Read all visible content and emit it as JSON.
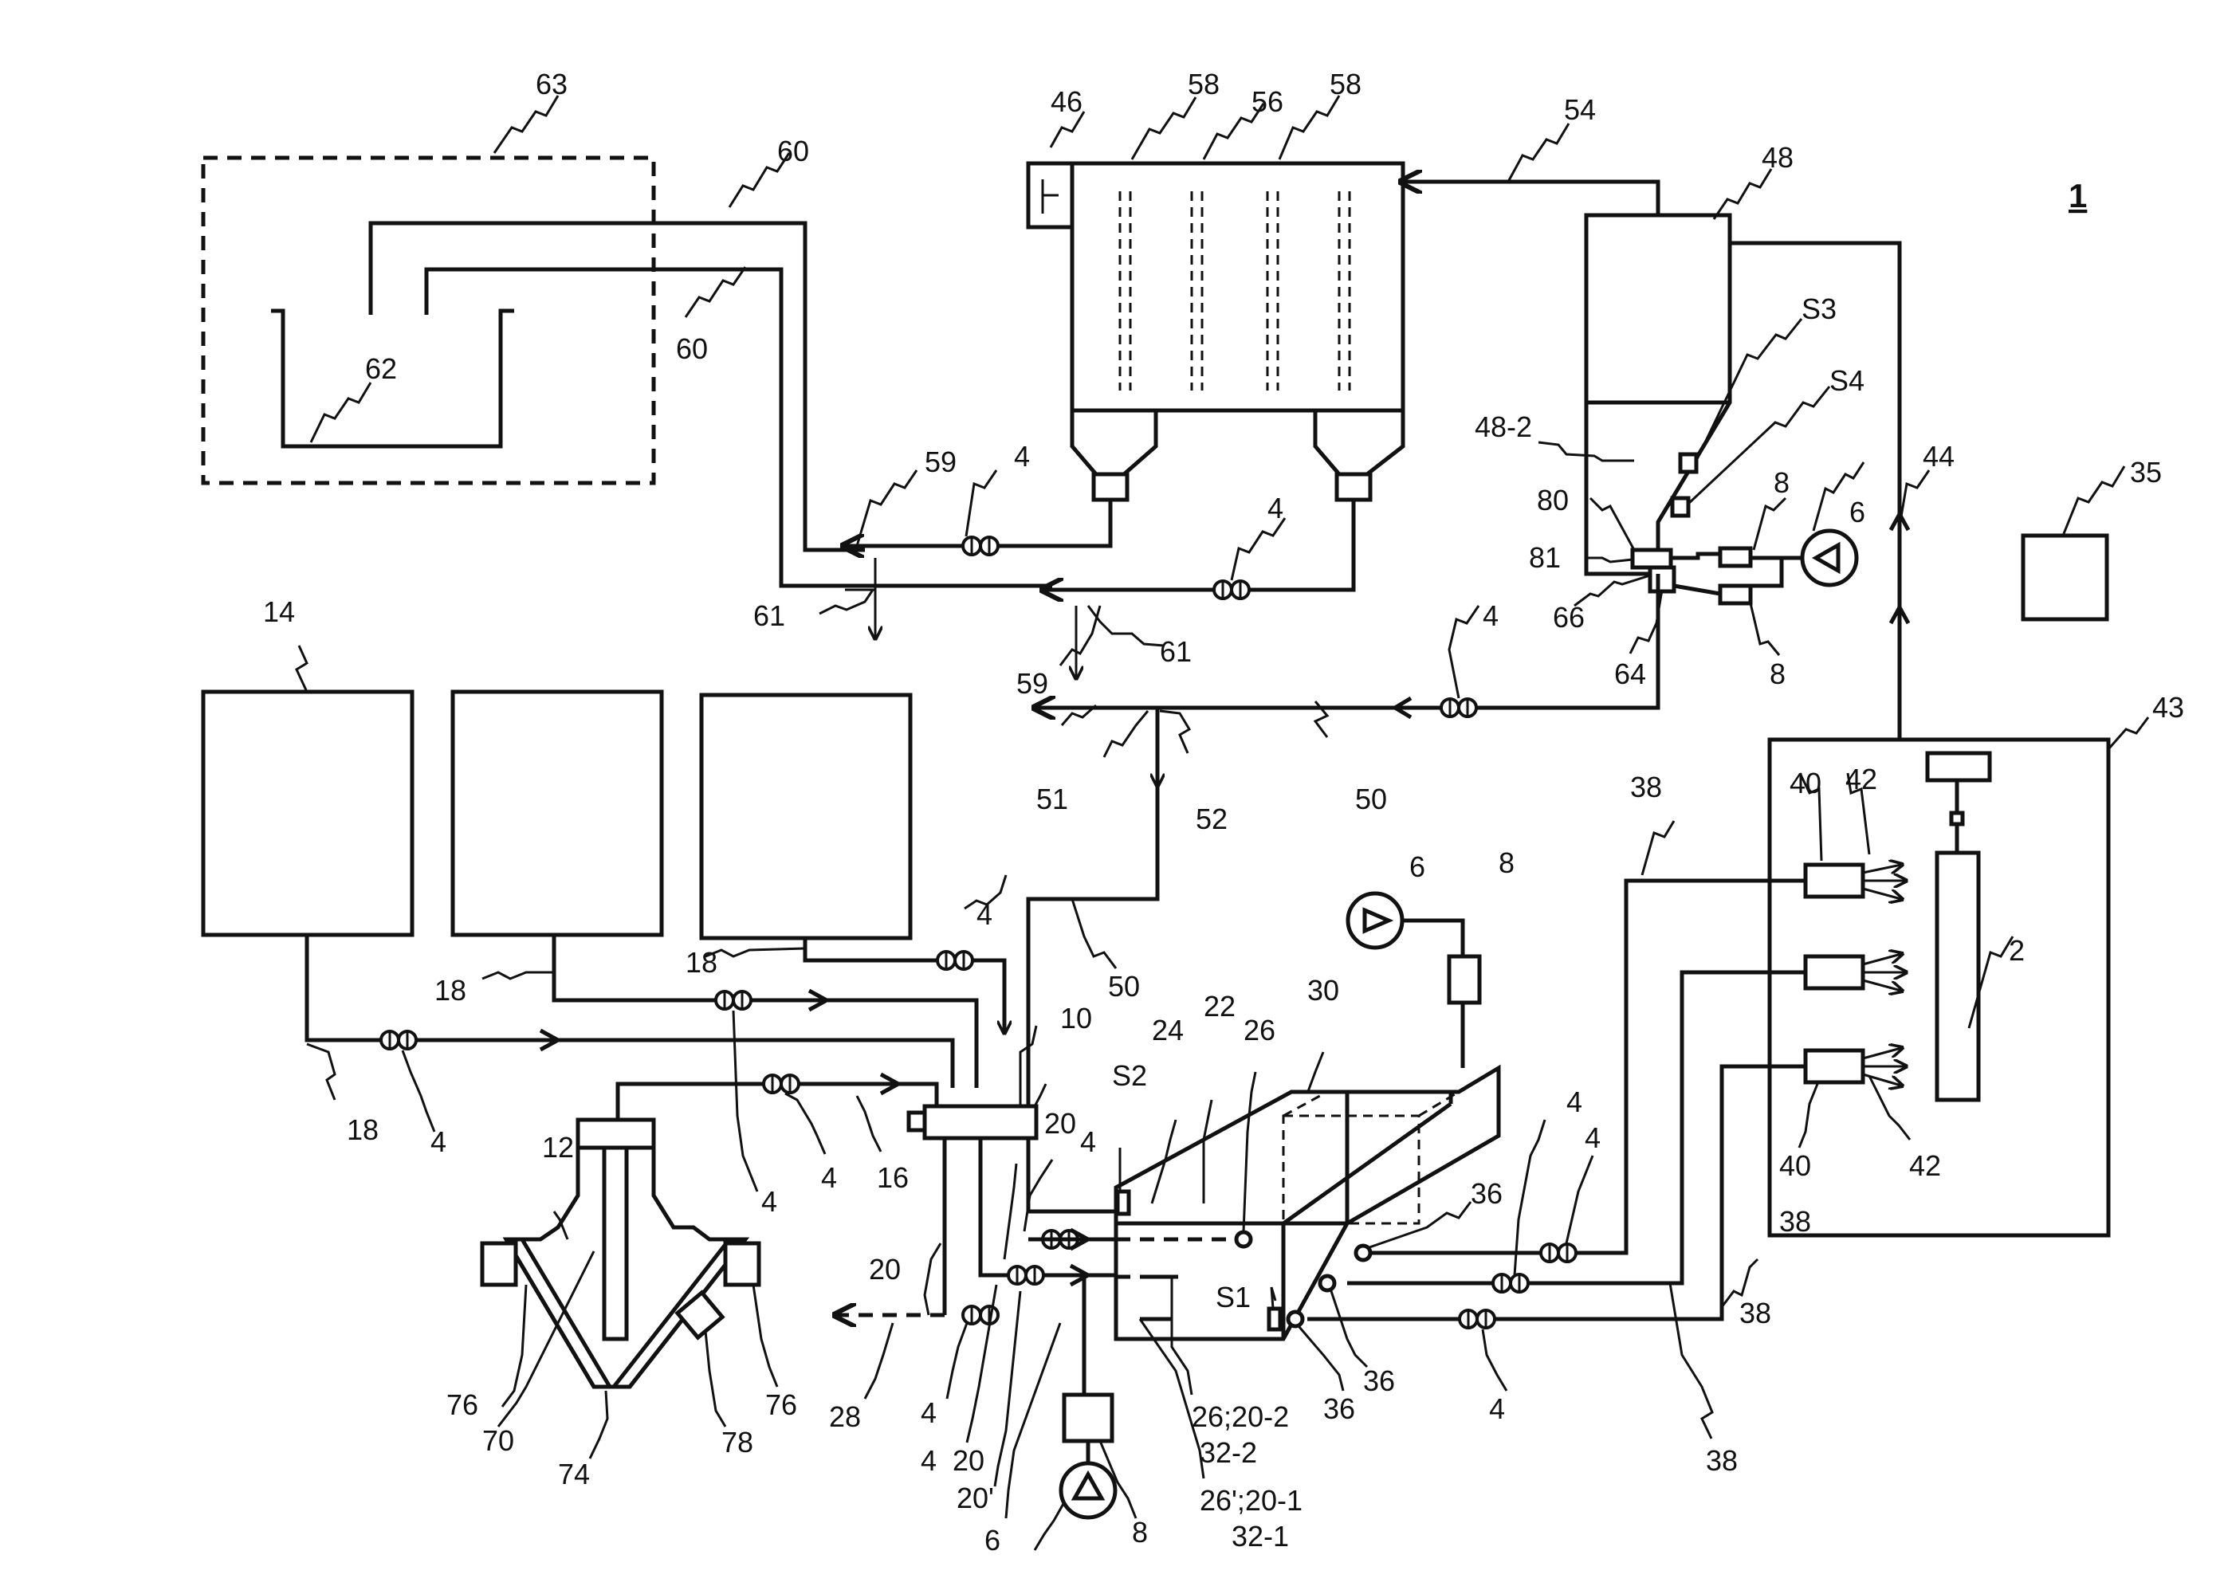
{
  "figure": {
    "number": "1"
  },
  "labels": {
    "l63": "63",
    "l60a": "60",
    "l60b": "60",
    "l62": "62",
    "l46": "46",
    "l58a": "58",
    "l56": "56",
    "l58b": "58",
    "l54": "54",
    "l48": "48",
    "lS3": "S3",
    "lS4": "S4",
    "l48_2": "48-2",
    "l80": "80",
    "l81": "81",
    "l66": "66",
    "l64": "64",
    "l8a": "8",
    "l8b": "8",
    "l6a": "6",
    "l44": "44",
    "l35": "35",
    "l59a": "59",
    "l4a": "4",
    "l4b": "4",
    "l61a": "61",
    "l61b": "61",
    "l59b": "59",
    "l4c": "4",
    "l51": "51",
    "l52": "52",
    "l50a": "50",
    "l14": "14",
    "l43": "43",
    "l38a": "38",
    "l40a": "40",
    "l42a": "42",
    "l2": "2",
    "l40b": "40",
    "l42b": "42",
    "l18a": "18",
    "l18b": "18",
    "l18c": "18",
    "l4d": "4",
    "l4e": "4",
    "l4f": "4",
    "l4g": "4",
    "l16": "16",
    "l10": "10",
    "l50b": "50",
    "l6b": "6",
    "l8c": "8",
    "l24": "24",
    "l22": "22",
    "l26": "26",
    "l30": "30",
    "lS2": "S2",
    "l20a": "20",
    "l4h": "4",
    "l12": "12",
    "l20b": "20",
    "l76a": "76",
    "l70": "70",
    "l74": "74",
    "l78": "78",
    "l76b": "76",
    "l28": "28",
    "l4i": "4",
    "l4j": "4",
    "l20c": "20",
    "l20d": "20'",
    "l6c": "6",
    "l8d": "8",
    "l26b": "26;20-2",
    "l32_2": "32-2",
    "l26c": "26';20-1",
    "l32_1": "32-1",
    "lS1": "S1",
    "l36a": "36",
    "l36b": "36",
    "l36c": "36",
    "l4k": "4",
    "l4l": "4",
    "l4m": "4",
    "l38b": "38",
    "l38c": "38",
    "l38d": "38"
  }
}
